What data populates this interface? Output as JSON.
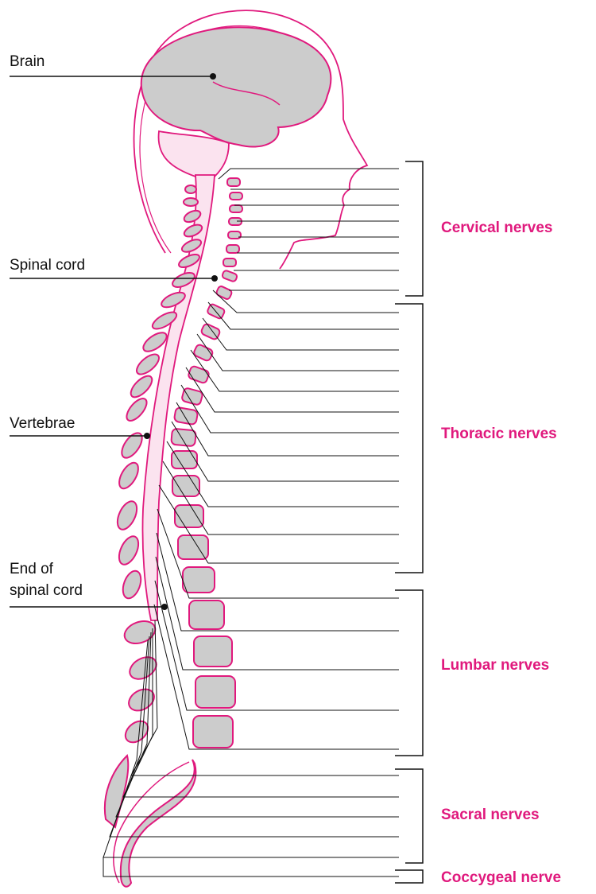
{
  "colors": {
    "outline": "#e0197d",
    "cord_fill": "#fbe3ef",
    "bone_fill": "#cccccc",
    "line": "#111111",
    "group_text": "#e0197d"
  },
  "labels": {
    "brain": "Brain",
    "spinal_cord": "Spinal cord",
    "vertebrae": "Vertebrae",
    "end_line1": "End of",
    "end_line2": "spinal cord"
  },
  "groups": {
    "cervical": "Cervical nerves",
    "thoracic": "Thoracic nerves",
    "lumbar": "Lumbar nerves",
    "sacral": "Sacral nerves",
    "coccygeal": "Coccygeal nerve"
  }
}
